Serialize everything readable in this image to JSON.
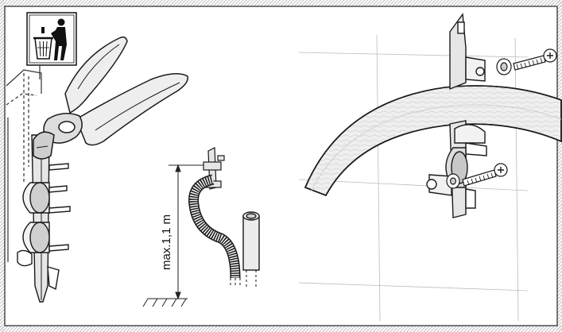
{
  "figure": {
    "panels": [
      {
        "id": "left",
        "icon": "waste-bin-icon"
      },
      {
        "id": "middle",
        "dimension_label": "max.1,1 m"
      },
      {
        "id": "right"
      }
    ]
  },
  "colors": {
    "frame": "#222222",
    "border_hatch": "#999999",
    "line": "#1a1a1a",
    "fill_light": "#f2f2f2",
    "fill_mid": "#d9d9d9",
    "grid": "#bbbbbb"
  }
}
